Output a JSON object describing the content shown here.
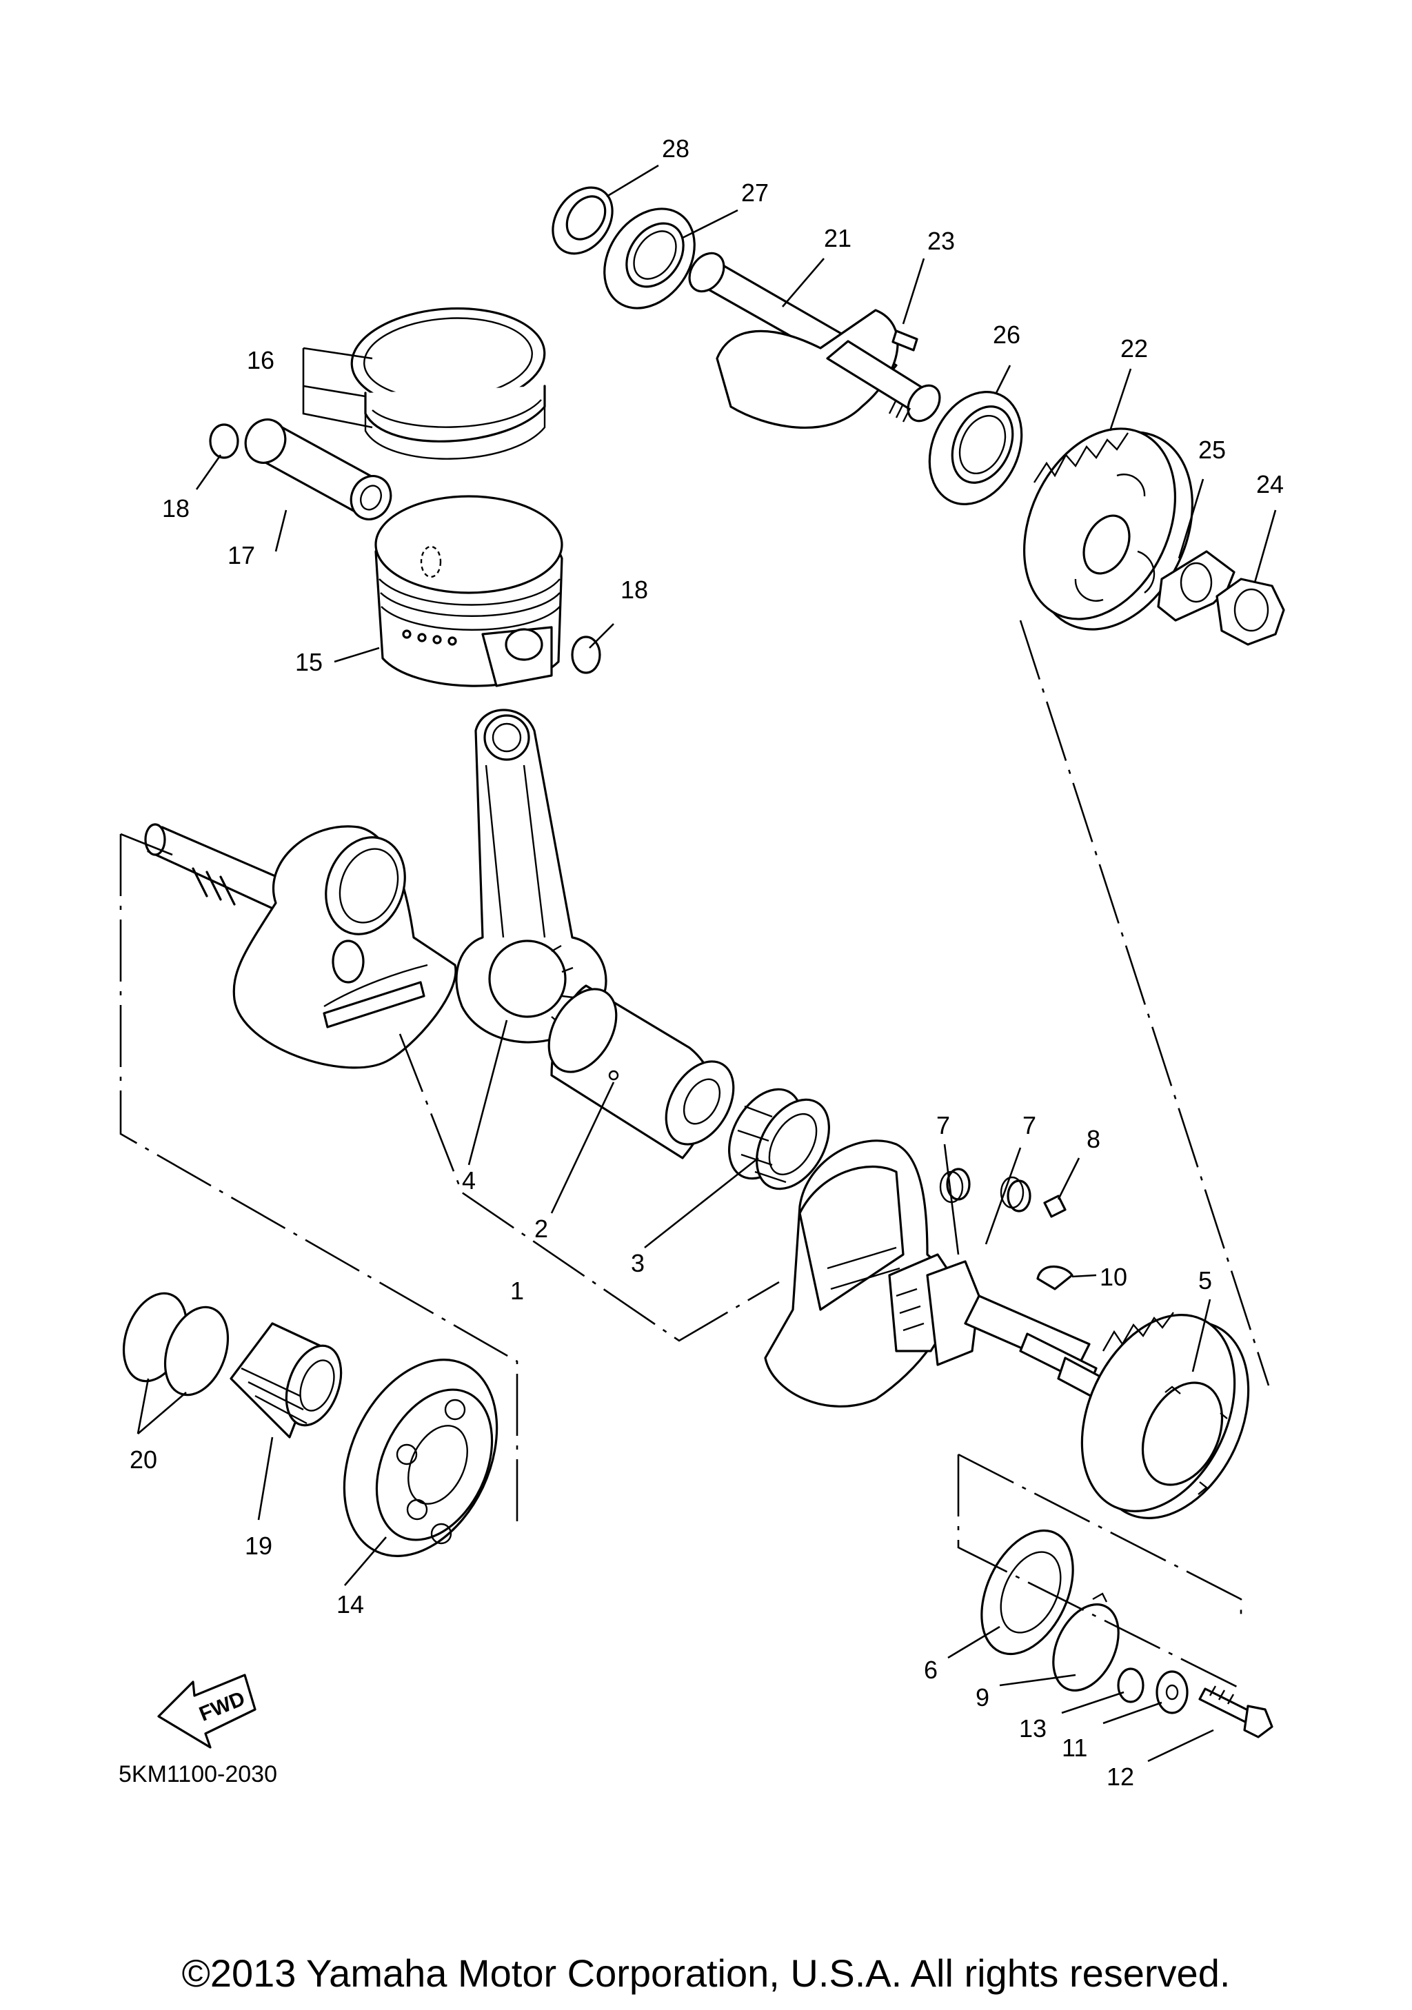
{
  "diagram": {
    "code": "5KM1100-2030",
    "fwd_label": "FWD",
    "callouts": [
      "28",
      "27",
      "21",
      "23",
      "26",
      "22",
      "25",
      "24",
      "16",
      "18",
      "17",
      "18",
      "15",
      "7",
      "7",
      "8",
      "10",
      "5",
      "4",
      "2",
      "3",
      "1",
      "20",
      "19",
      "14",
      "6",
      "9",
      "13",
      "11",
      "12"
    ]
  },
  "footer": {
    "copyright": "©2013 Yamaha Motor Corporation, U.S.A. All rights reserved."
  },
  "colors": {
    "line": "#000000",
    "background": "#ffffff"
  }
}
